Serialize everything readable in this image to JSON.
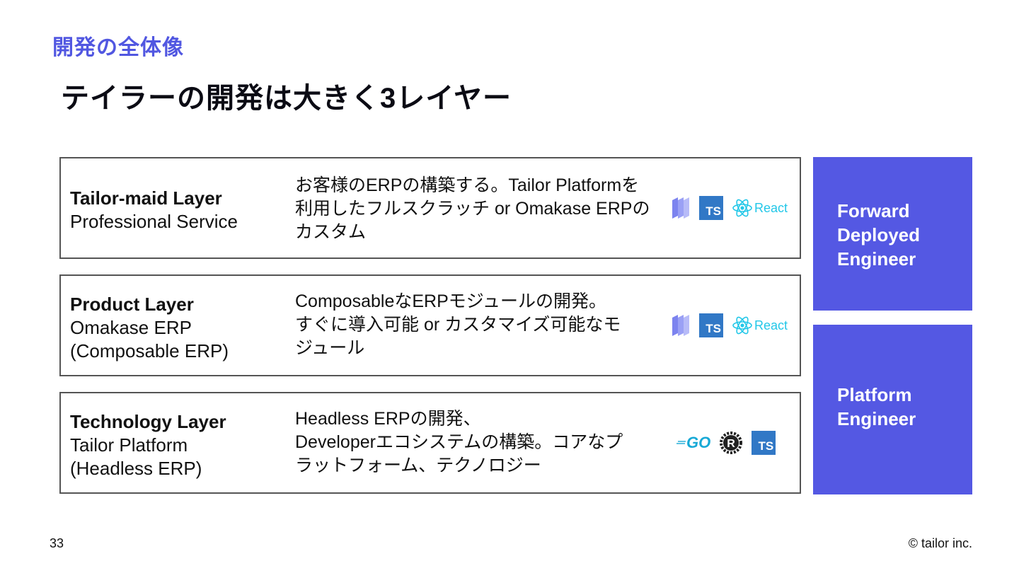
{
  "header": {
    "section_label": "開発の全体像",
    "title": "テイラーの開発は大きく3レイヤー"
  },
  "layers": [
    {
      "name": "Tailor-maid Layer",
      "line2": "Professional Service",
      "line3": "",
      "description": "お客様のERPの構築する。Tailor Platformを\n利用したフルスクラッチ or Omakase ERPの\nカスタム",
      "icons": [
        "stack-logo-icon",
        "typescript-icon",
        "react-icon"
      ],
      "ts_label": "TS",
      "react_label": "React"
    },
    {
      "name": "Product Layer",
      "line2": "Omakase ERP",
      "line3": "(Composable ERP)",
      "description": "ComposableなERPモジュールの開発。\nすぐに導入可能 or カスタマイズ可能なモ\nジュール",
      "icons": [
        "stack-logo-icon",
        "typescript-icon",
        "react-icon"
      ],
      "ts_label": "TS",
      "react_label": "React"
    },
    {
      "name": "Technology Layer",
      "line2": "Tailor Platform",
      "line3": "(Headless ERP)",
      "description": "Headless ERPの開発、\nDeveloperエコシステムの構築。コアなプ\nラットフォーム、テクノロジー",
      "icons": [
        "go-icon",
        "rust-icon",
        "typescript-icon"
      ],
      "go_label": "GO",
      "ts_label": "TS"
    }
  ],
  "roles": [
    {
      "lines": [
        "Forward",
        "Deployed",
        "Engineer"
      ]
    },
    {
      "lines": [
        "Platform",
        "Engineer"
      ]
    }
  ],
  "footer": {
    "page_number": "33",
    "copyright": "© tailor inc."
  },
  "colors": {
    "accent": "#5157e1",
    "role_box": "#5458e3",
    "typescript": "#3178c6",
    "react": "#22c7e8",
    "go": "#17a9d6"
  }
}
